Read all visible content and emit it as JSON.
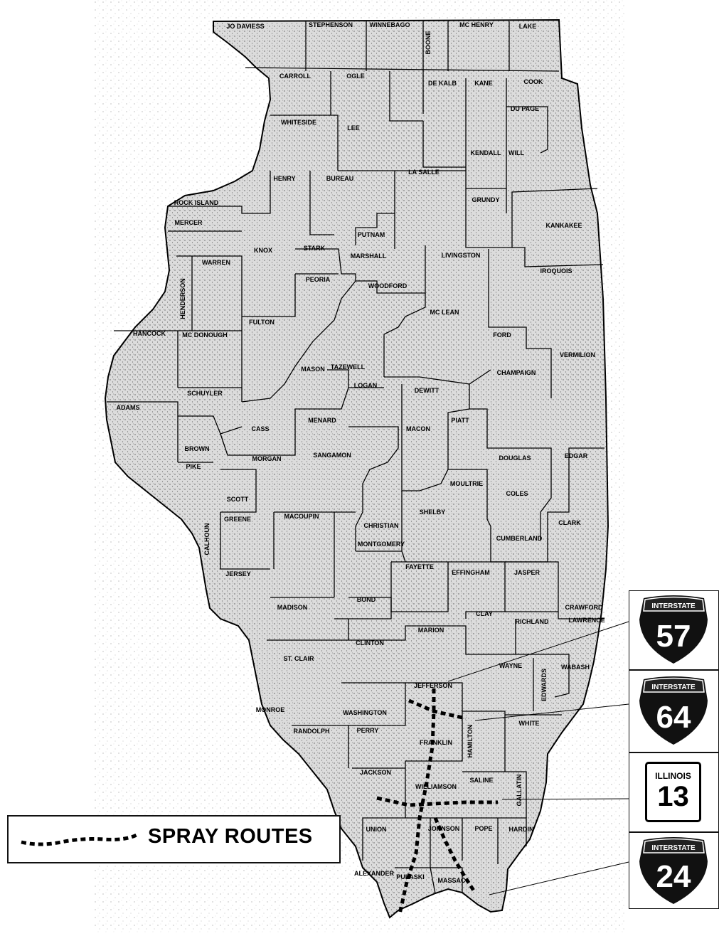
{
  "legend": {
    "label": "SPRAY ROUTES"
  },
  "shields": [
    {
      "kind": "interstate",
      "banner": "INTERSTATE",
      "number": "57"
    },
    {
      "kind": "interstate",
      "banner": "INTERSTATE",
      "number": "64"
    },
    {
      "kind": "state",
      "banner": "ILLINOIS",
      "number": "13"
    },
    {
      "kind": "interstate",
      "banner": "INTERSTATE",
      "number": "24"
    }
  ],
  "counties": [
    "JO DAVIESS",
    "STEPHENSON",
    "WINNEBAGO",
    "BOONE",
    "MC HENRY",
    "LAKE",
    "CARROLL",
    "OGLE",
    "DE KALB",
    "KANE",
    "COOK",
    "DU PAGE",
    "WHITESIDE",
    "LEE",
    "KENDALL",
    "WILL",
    "HENRY",
    "BUREAU",
    "LA SALLE",
    "GRUNDY",
    "ROCK ISLAND",
    "MERCER",
    "PUTNAM",
    "KANKAKEE",
    "KNOX",
    "STARK",
    "MARSHALL",
    "LIVINGSTON",
    "WARREN",
    "HENDERSON",
    "PEORIA",
    "IROQUOIS",
    "WOODFORD",
    "MC LEAN",
    "FULTON",
    "HANCOCK",
    "MC DONOUGH",
    "FORD",
    "VERMILION",
    "MASON",
    "TAZEWELL",
    "CHAMPAIGN",
    "LOGAN",
    "DEWITT",
    "SCHUYLER",
    "ADAMS",
    "CASS",
    "MENARD",
    "MACON",
    "PIATT",
    "BROWN",
    "MORGAN",
    "SANGAMON",
    "DOUGLAS",
    "EDGAR",
    "PIKE",
    "MOULTRIE",
    "SCOTT",
    "COLES",
    "GREENE",
    "MACOUPIN",
    "SHELBY",
    "CHRISTIAN",
    "CLARK",
    "CALHOUN",
    "MONTGOMERY",
    "CUMBERLAND",
    "JERSEY",
    "FAYETTE",
    "EFFINGHAM",
    "JASPER",
    "MADISON",
    "BOND",
    "CRAWFORD",
    "MARION",
    "CLAY",
    "RICHLAND",
    "LAWRENCE",
    "CLINTON",
    "ST. CLAIR",
    "WAYNE",
    "WABASH",
    "JEFFERSON",
    "EDWARDS",
    "MONROE",
    "WASHINGTON",
    "RANDOLPH",
    "PERRY",
    "FRANKLIN",
    "HAMILTON",
    "WHITE",
    "JACKSON",
    "WILLIAMSON",
    "SALINE",
    "GALLATIN",
    "UNION",
    "JOHNSON",
    "POPE",
    "HARDIN",
    "ALEXANDER",
    "PULASKI",
    "MASSAC"
  ],
  "colors": {
    "map_fill": "#d6d6d6",
    "ink": "#000000",
    "paper": "#ffffff"
  }
}
